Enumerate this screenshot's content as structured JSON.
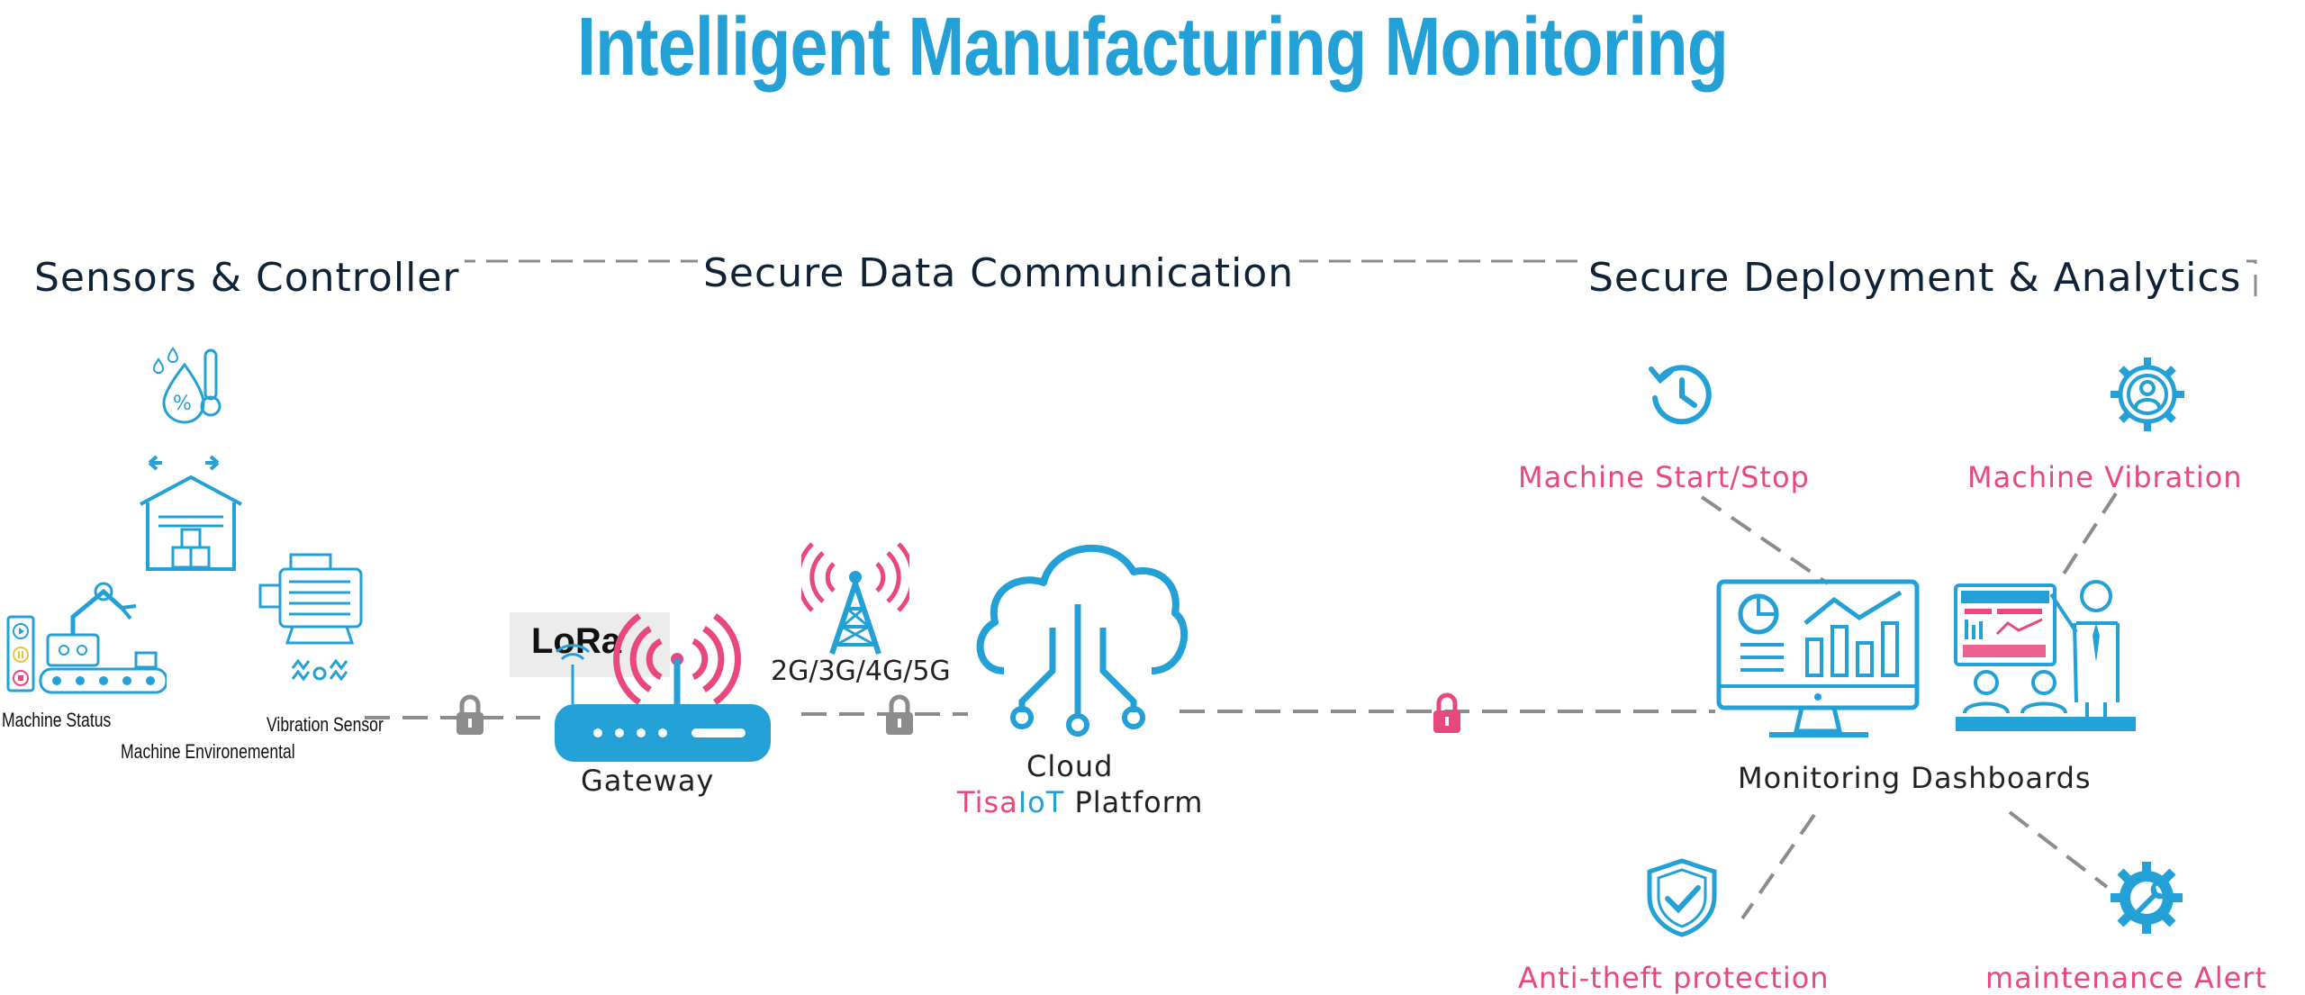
{
  "title": "Intelligent Manufacturing Monitoring",
  "sections": {
    "sensors": "Sensors & Controller",
    "communication": "Secure Data Communication",
    "deployment": "Secure Deployment & Analytics"
  },
  "sensors": {
    "machine_status": "Machine Status",
    "machine_environmental": "Machine Environemental",
    "vibration_sensor": "Vibration Sensor"
  },
  "gateway": {
    "lora": "LoRa",
    "label": "Gateway",
    "network": "2G/3G/4G/5G"
  },
  "cloud": {
    "label": "Cloud",
    "brand_part1": "Tisa",
    "brand_part2": "IoT",
    "platform": " Platform"
  },
  "dashboard": {
    "label": "Monitoring Dashboards"
  },
  "features": {
    "start_stop": "Machine Start/Stop",
    "vibration": "Machine Vibration",
    "anti_theft": "Anti-theft protection",
    "maintenance": "maintenance Alert"
  },
  "colors": {
    "accent_blue": "#23a0d5",
    "accent_pink": "#e8477f",
    "dark_text": "#0f2236",
    "line_gray": "#8c8c8c"
  }
}
